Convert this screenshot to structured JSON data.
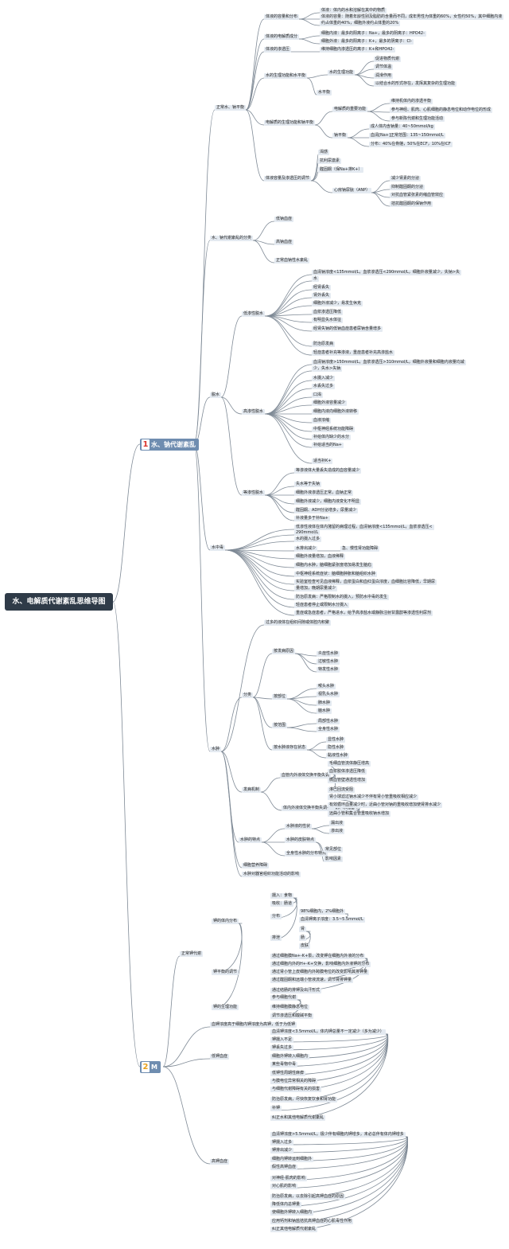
{
  "root": {
    "label": "水、电解质代谢紊乱思维导图"
  },
  "colors": {
    "line": "#7f8a96",
    "node": "#e4eaf1",
    "root": "#2f3b48",
    "branch": "#6f8db0"
  },
  "branches": [
    {
      "num": "1",
      "label": "水、钠代谢紊乱",
      "num_color": "#d9322b"
    },
    {
      "num": "2",
      "label": "M",
      "num_color": "#e8a019"
    }
  ],
  "nodes": [
    {
      "t": "正常水、钠平衡"
    },
    {
      "t": "体液的容量和分布"
    },
    {
      "t": "体液：体内的水和溶解在其中的物质"
    },
    {
      "t": "体液的容量：随着年龄性别及脂肪的含量而不同，成年男性为体重的60%，女性约50%，其中细胞内液"
    },
    {
      "t": "约占体重的40%，细胞外液约占体重的20%"
    },
    {
      "t": "体液的电解质成分"
    },
    {
      "t": "细胞内液：最多的阳离子：Na+，最多的阴离子：HPO42-"
    },
    {
      "t": "细胞外液：最多的阳离子：K+，最多的阴离子：Cl-"
    },
    {
      "t": "体液的渗透压"
    },
    {
      "t": "维持细胞内渗透压的离子：K+和HPO42-"
    },
    {
      "t": "水的生理功能和水平衡"
    },
    {
      "t": "水的生理功能"
    },
    {
      "t": "促进物质代谢"
    },
    {
      "t": "调节体温"
    },
    {
      "t": "润滑作用"
    },
    {
      "t": "以结合水的形式存在，发挥其复杂的生理功能"
    },
    {
      "t": "水平衡"
    },
    {
      "t": "电解质的生理功能和钠平衡"
    },
    {
      "t": "电解质的重要功能"
    },
    {
      "t": "维持机体内的渗透平衡"
    },
    {
      "t": "参与神经、肌肉、心肌细胞的静息电位和动作电位的形成"
    },
    {
      "t": "参与新陈代谢和生理功能活动"
    },
    {
      "t": "钠平衡"
    },
    {
      "t": "成人体内含钠量：40~50mmol/kg"
    },
    {
      "t": "血清[Na+]正常范围：135~150mmol/L"
    },
    {
      "t": "分布：40%在骨骼，50%在ECF，10%在ICF"
    },
    {
      "t": "体液容量及渗透压的调节"
    },
    {
      "t": "渴感"
    },
    {
      "t": "抗利尿激素"
    },
    {
      "t": "醛固酮（保Na+排K+）"
    },
    {
      "t": "心房钠尿肽（ANP）"
    },
    {
      "t": "减少肾素的分泌"
    },
    {
      "t": "抑制醛固酮的分泌"
    },
    {
      "t": "对抗血管紧张素的缩血管效应"
    },
    {
      "t": "拮抗醛固酮的保钠作用"
    },
    {
      "t": "水、钠代谢紊乱的分类"
    },
    {
      "t": "低钠血症"
    },
    {
      "t": "高钠血症"
    },
    {
      "t": "正常血钠性水紊乱"
    },
    {
      "t": "脱水"
    },
    {
      "t": "低渗性脱水"
    },
    {
      "t": "血清钠浓度<135mmol/L，血浆渗透压<290mmol/L，细胞外液量减少，失钠>失"
    },
    {
      "t": "水"
    },
    {
      "t": "经肾丢失"
    },
    {
      "t": "肾外丢失"
    },
    {
      "t": "细胞外液减少，易发生休克"
    },
    {
      "t": "血浆渗透压降低"
    },
    {
      "t": "有明显失水体征"
    },
    {
      "t": "经肾失钠的低钠血症患者尿钠含量增多"
    },
    {
      "t": "防治原发病"
    },
    {
      "t": "轻症患者补充等渗液，重症患者补充高渗盐水"
    },
    {
      "t": "高渗性脱水"
    },
    {
      "t": "血清钠浓度>150mmol/L，血浆渗透压>310mmol/L，细胞外液量和细胞内液量均减"
    },
    {
      "t": "少，失水>失钠"
    },
    {
      "t": "水摄入减少"
    },
    {
      "t": "水丢失过多"
    },
    {
      "t": "口渴"
    },
    {
      "t": "细胞外液容量减少"
    },
    {
      "t": "细胞内液向细胞外液转移"
    },
    {
      "t": "血液浓缩"
    },
    {
      "t": "中枢神经系统功能障碍"
    },
    {
      "t": "补给体内缺少的水分"
    },
    {
      "t": "补给适当的Na+"
    },
    {
      "t": "适当补K+"
    },
    {
      "t": "等渗性脱水"
    },
    {
      "t": "等渗液体大量丢失造成的血容量减少"
    },
    {
      "t": "失水等于失钠"
    },
    {
      "t": "细胞外液渗透压正常，血钠正常"
    },
    {
      "t": "细胞外液减少，细胞内液变化不明显"
    },
    {
      "t": "醛固酮、ADH分泌增多，尿量减少"
    },
    {
      "t": "补液量多于补Na+"
    },
    {
      "t": "水中毒"
    },
    {
      "t": "低渗性液体在体内潴留的病理过程，血清钠浓度<135mmol/L，血浆渗透压<"
    },
    {
      "t": "290mmol/L"
    },
    {
      "t": "水的摄入过多"
    },
    {
      "t": "水排出减少"
    },
    {
      "t": "急、慢性肾功能障碍"
    },
    {
      "t": "细胞外液量增加，血液稀释"
    },
    {
      "t": "细胞内水肿，脑细胞紧张度增加易发生脑疝"
    },
    {
      "t": "中枢神经系统症状：脑细胞肿胀和脑组织水肿"
    },
    {
      "t": "实验室检查可见血液稀释，血浆蛋白和血红蛋白浓度，血细胞比容降低，早期尿"
    },
    {
      "t": "量增加，晚期尿量减少"
    },
    {
      "t": "防治原发病：严格限制水的摄入，预防水中毒的发生"
    },
    {
      "t": "轻症患者停止或限制水分摄入"
    },
    {
      "t": "重症或急症患者，严格进水，给予高渗盐水或静脉注射甘露醇等渗透性利尿剂"
    },
    {
      "t": "水肿"
    },
    {
      "t": "过多的液体在组织间隙或体腔内积聚"
    },
    {
      "t": "分类"
    },
    {
      "t": "按发病原因"
    },
    {
      "t": "炎症性水肿"
    },
    {
      "t": "过敏性水肿"
    },
    {
      "t": "特发性水肿"
    },
    {
      "t": "按部位"
    },
    {
      "t": "喉头水肿"
    },
    {
      "t": "视乳头水肿"
    },
    {
      "t": "肺水肿"
    },
    {
      "t": "脑水肿"
    },
    {
      "t": "按范围"
    },
    {
      "t": "局部性水肿"
    },
    {
      "t": "全身性水肿"
    },
    {
      "t": "按水肿液存在状态"
    },
    {
      "t": "显性水肿"
    },
    {
      "t": "隐性水肿"
    },
    {
      "t": "黏液性水肿"
    },
    {
      "t": "发病机制"
    },
    {
      "t": "血管内外液体交换平衡失调"
    },
    {
      "t": "毛细血管流体静压增高"
    },
    {
      "t": "血浆胶体渗透压降低"
    },
    {
      "t": "微血管壁通透性增加"
    },
    {
      "t": "淋巴回流受阻"
    },
    {
      "t": "体内外液体交换平衡失调——钠、水潴留"
    },
    {
      "t": "肾小球滤过钠水减少不伴有肾小管重吸收相应减少"
    },
    {
      "t": "有效循环血量减少时，近曲小管对钠的重吸收增加使肾排水减少"
    },
    {
      "t": "远曲小管和集合管重吸收钠水增加"
    },
    {
      "t": "水肿的特点"
    },
    {
      "t": "水肿液的性状"
    },
    {
      "t": "漏出液"
    },
    {
      "t": "渗出液"
    },
    {
      "t": "水肿的皮肤特点"
    },
    {
      "t": "全身性水肿的分布特点"
    },
    {
      "t": "常见部位"
    },
    {
      "t": "影响因素"
    },
    {
      "t": "细胞营养障碍"
    },
    {
      "t": "水肿对器官组织功能活动的影响"
    },
    {
      "t": "正常钾代谢"
    },
    {
      "t": "钾的体内分布"
    },
    {
      "t": "摄入：食物"
    },
    {
      "t": "吸收：肠道"
    },
    {
      "t": "分布"
    },
    {
      "t": "98%细胞内，2%细胞外"
    },
    {
      "t": "血清钾离子浓度：3.5~5.5mmol/L"
    },
    {
      "t": "排泄"
    },
    {
      "t": "肾"
    },
    {
      "t": "肠"
    },
    {
      "t": "皮肤"
    },
    {
      "t": "钾平衡的调节"
    },
    {
      "t": "通过细胞膜Na+-K+泵，改变钾在细胞内外液的分布"
    },
    {
      "t": "通过细胞内外的H+-K+交换，影响细胞内外液钾的分布"
    },
    {
      "t": "通过肾小管上皮细胞内外跨膜电位的改变影响其排钾量"
    },
    {
      "t": "通过醛固酮和远端小管液流速，调节肾排钾量"
    },
    {
      "t": "通过结肠的排钾及出汗形式"
    },
    {
      "t": "钾的生理功能"
    },
    {
      "t": "参与细胞代谢"
    },
    {
      "t": "维持细胞膜静息电位"
    },
    {
      "t": "调节渗透压和酸碱平衡"
    },
    {
      "t": "血钾浓度高于细胞内钾浓度为高钾，低于为低钾"
    },
    {
      "t": "低钾血症"
    },
    {
      "t": "血清钾浓度<3.5mmol/L，体内钾总量不一定减少（多为减少）"
    },
    {
      "t": "钾摄入不足"
    },
    {
      "t": "钾丢失过多"
    },
    {
      "t": "细胞外钾转入细胞内"
    },
    {
      "t": "某些毒物中毒"
    },
    {
      "t": "低钾性周期性麻痹"
    },
    {
      "t": "与膜电位异常相关的障碍"
    },
    {
      "t": "与细胞代谢障碍有关的损害"
    },
    {
      "t": "防治原发病，尽快恢复饮食和肾功能"
    },
    {
      "t": "补钾"
    },
    {
      "t": "纠正水和其他电解质代谢紊乱"
    },
    {
      "t": "高钾血症"
    },
    {
      "t": "血清钾浓度>5.5mmol/L，极少伴有细胞内钾增多，未必总伴有体内钾增多"
    },
    {
      "t": "钾摄入过多"
    },
    {
      "t": "钾排出减少"
    },
    {
      "t": "细胞内钾转运到细胞外"
    },
    {
      "t": "假性高钾血症"
    },
    {
      "t": "对神经-肌肉的影响"
    },
    {
      "t": "对心肌的影响"
    },
    {
      "t": "防治原发病，以去除引起高钾血症的原因"
    },
    {
      "t": "降低体内总钾量"
    },
    {
      "t": "使细胞外钾转入细胞内"
    },
    {
      "t": "应用钙剂和钠盐拮抗高钾血症的心肌毒性作用"
    },
    {
      "t": "纠正其他电解质代谢紊乱"
    }
  ]
}
